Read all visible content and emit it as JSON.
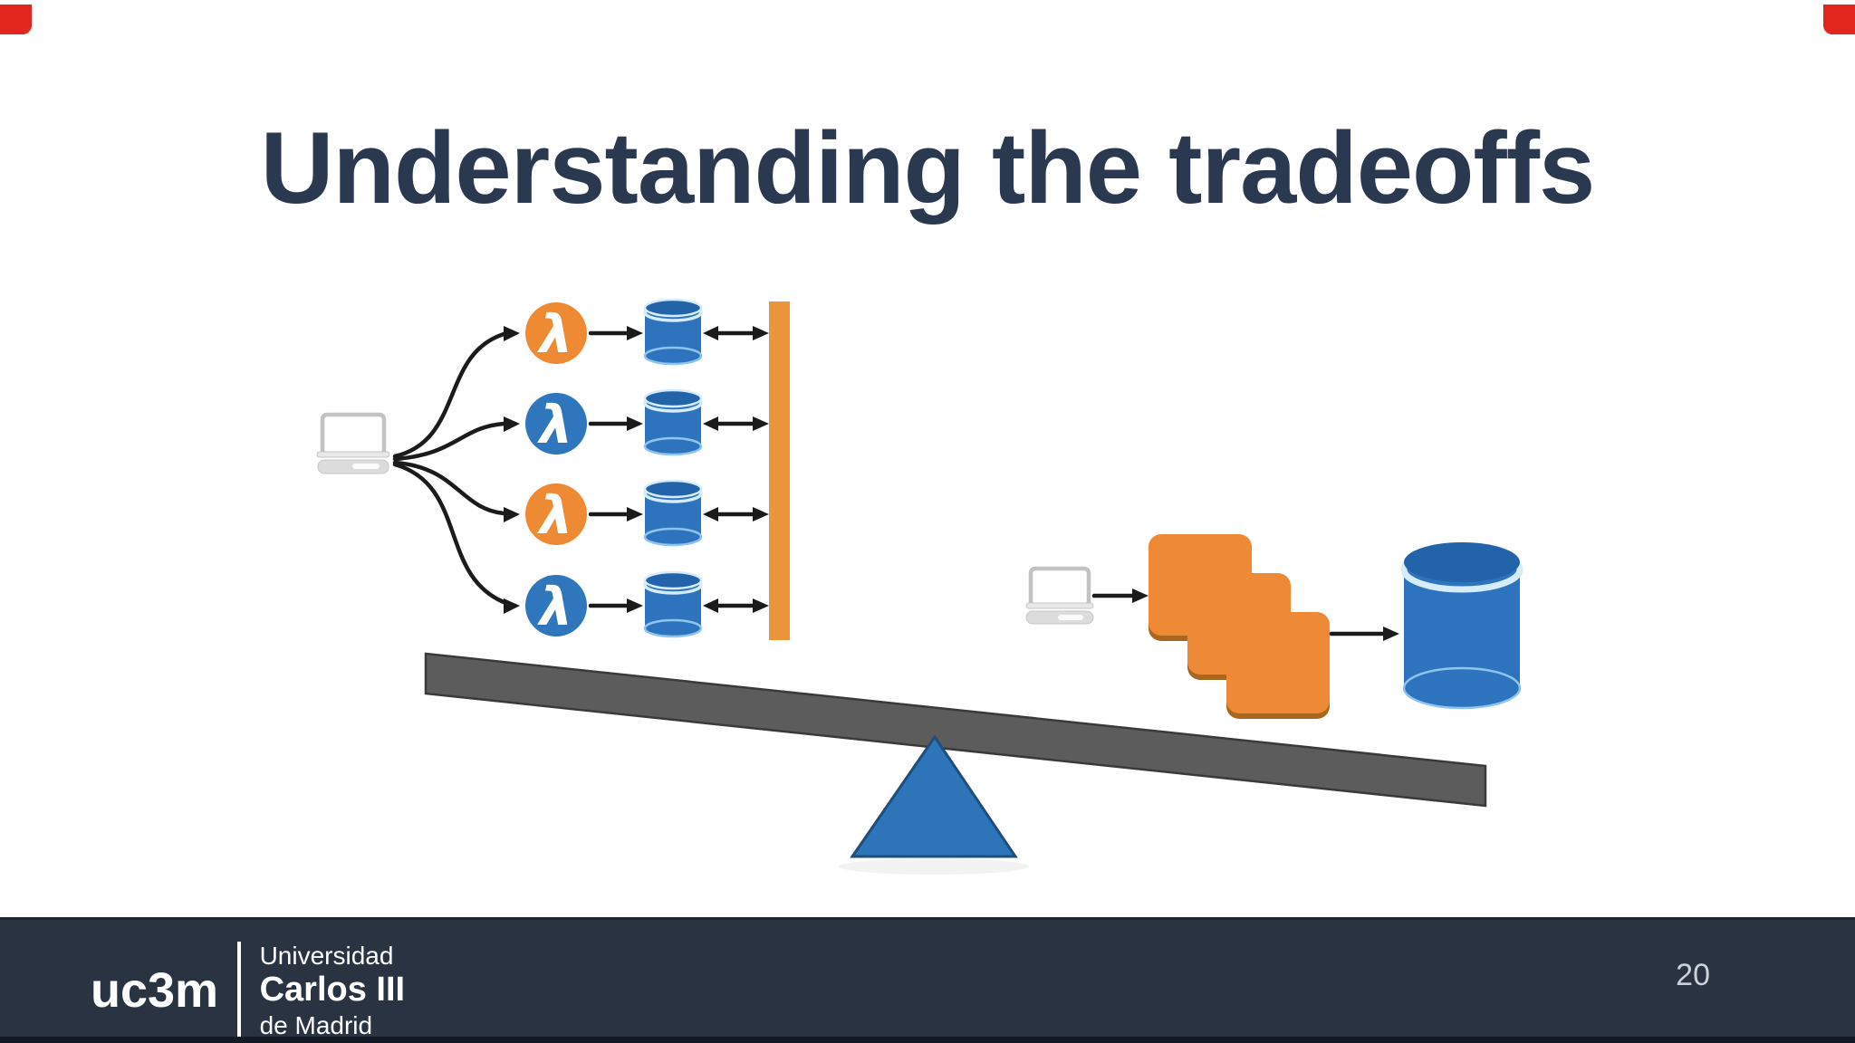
{
  "slide": {
    "title": "Understanding the tradeoffs",
    "page_number": "20"
  },
  "footer": {
    "logo_acronym": "uc3m",
    "line1": "Universidad",
    "line2": "Carlos III",
    "line3": "de Madrid"
  },
  "icons": {
    "lambda_glyph": "λ"
  },
  "colors": {
    "background": "#ffffff",
    "title": "#2b3950",
    "footerBand": "#293342",
    "footerStrip": "#141a24",
    "footerText": "#ffffff",
    "pageNumber": "#ccd2d9",
    "lambdaOrange": "#ee8a33",
    "lambdaBlue": "#2f76bc",
    "dbBlue": "#2e73bd",
    "dbBlueDark": "#2263a9",
    "dbHighlight": "#d6ecfb",
    "barOrange": "#e9953c",
    "stackOrange": "#ee8a35",
    "stackShadow": "#a9661f",
    "plankGray": "#5c5c5c",
    "plankEdge": "#3a3a3a",
    "fulcrumBlue": "#2e74b9",
    "fulcrumEdge": "#1f4e79",
    "arrow": "#1b1b1b",
    "laptopStroke": "#c2c2c2",
    "laptopBase": "#dcdcdc",
    "cornerRed": "#e0261d"
  }
}
